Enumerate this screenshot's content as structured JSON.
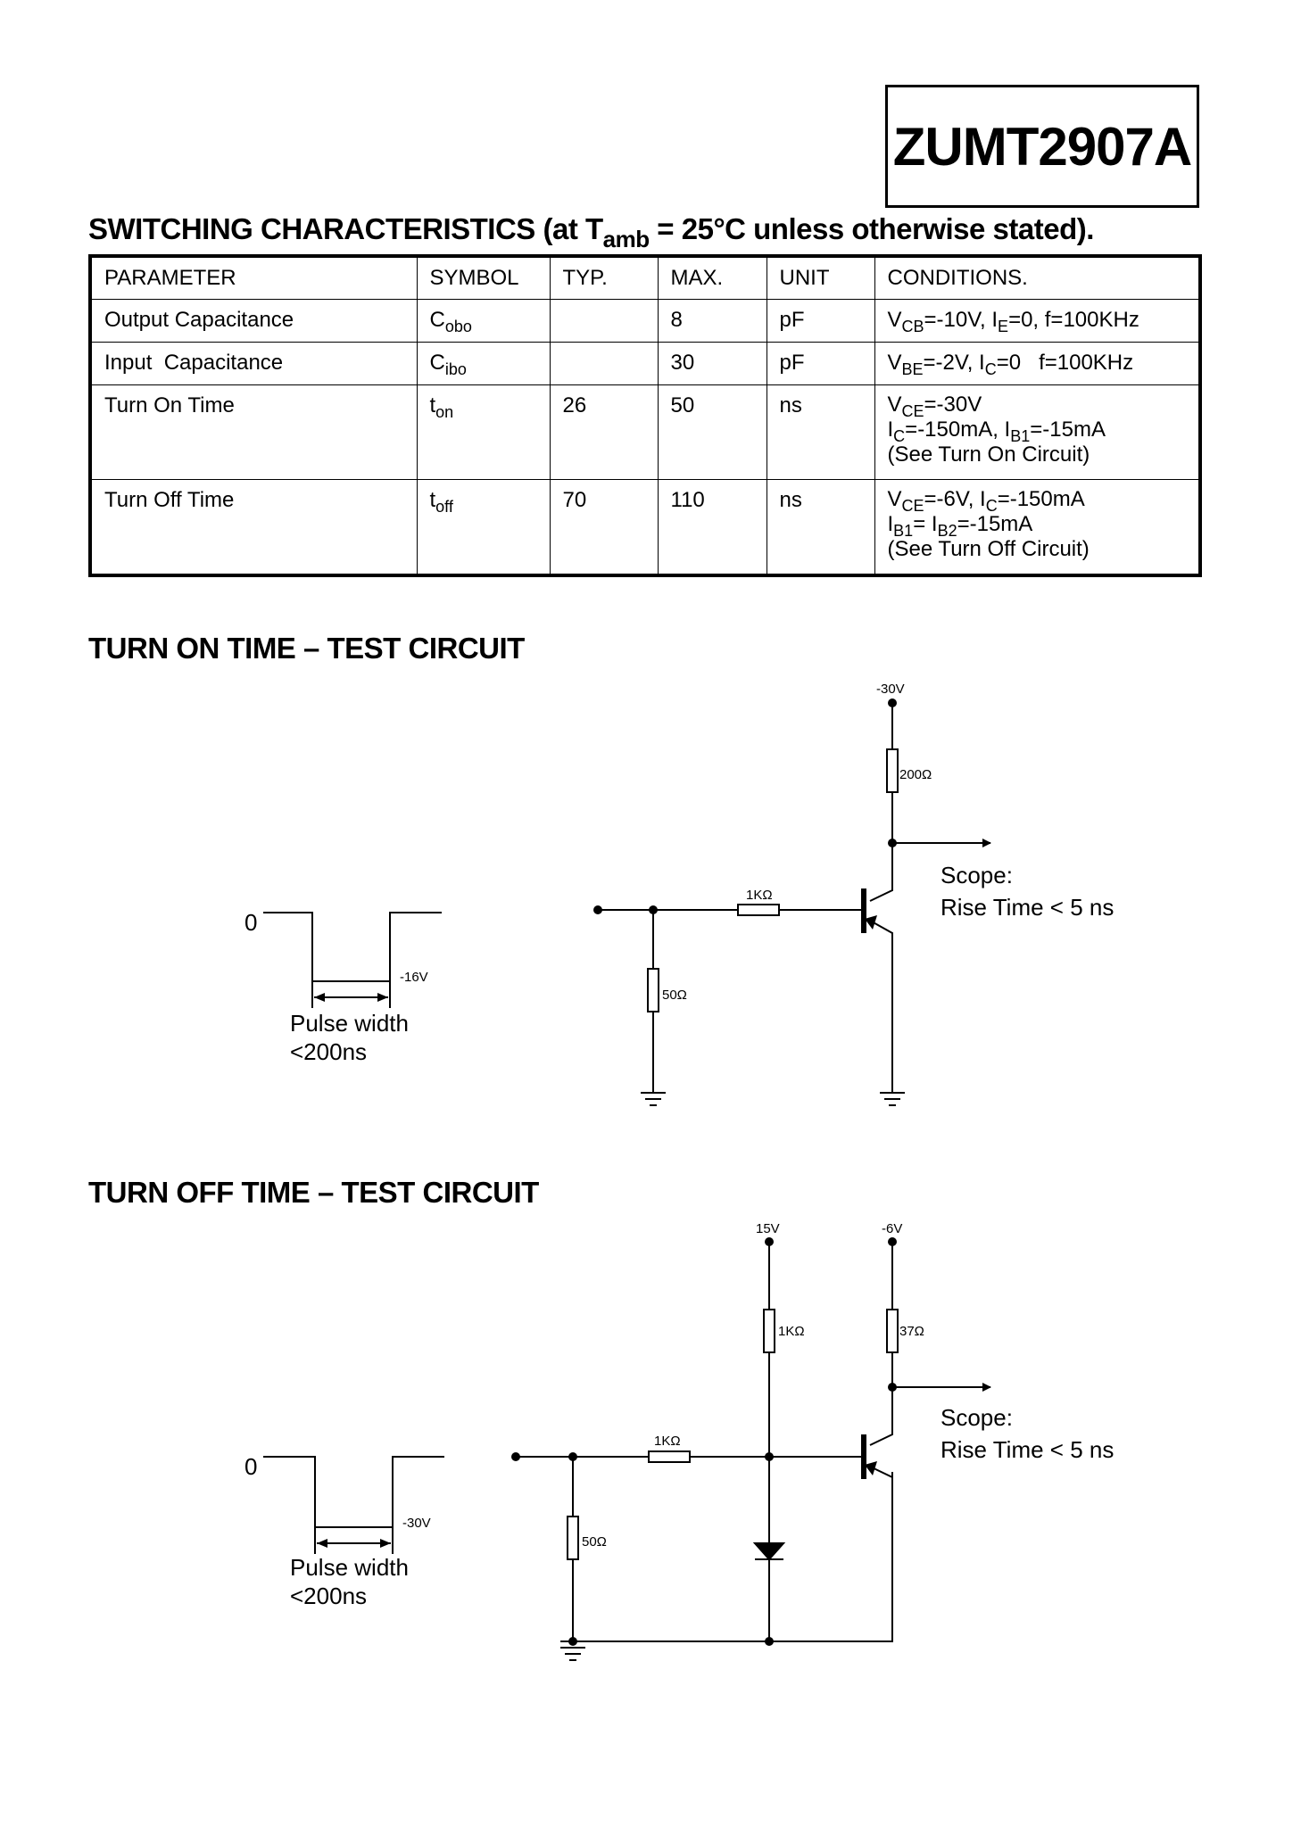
{
  "part_number": "ZUMT2907A",
  "section_title": {
    "prefix": "SWITCHING CHARACTERISTICS (at T",
    "sub": "amb",
    "suffix": " = 25°C unless otherwise stated)."
  },
  "table": {
    "headers": [
      "PARAMETER",
      "SYMBOL",
      "TYP.",
      "MAX.",
      "UNIT",
      "CONDITIONS."
    ],
    "rows": [
      {
        "parameter": "Output Capacitance",
        "symbol": "C",
        "symbol_sub": "obo",
        "typ": "",
        "max": "8",
        "unit": "pF"
      },
      {
        "parameter": "Input  Capacitance",
        "symbol": "C",
        "symbol_sub": "ibo",
        "typ": "",
        "max": "30",
        "unit": "pF"
      },
      {
        "parameter": "Turn On Time",
        "symbol": "t",
        "symbol_sub": "on",
        "typ": "26",
        "max": "50",
        "unit": "ns"
      },
      {
        "parameter": "Turn Off Time",
        "symbol": "t",
        "symbol_sub": "off",
        "typ": "70",
        "max": "110",
        "unit": "ns"
      }
    ],
    "conditions": {
      "r0": {
        "a": "V",
        "a_sub": "CB",
        "b": "=-10V, I",
        "b_sub": "E",
        "c": "=0, f=100KHz"
      },
      "r1": {
        "a": "V",
        "a_sub": "BE",
        "b": "=-2V, I",
        "b_sub": "C",
        "c": "=0   f=100KHz"
      },
      "r2": {
        "l1a": "V",
        "l1a_sub": "CE",
        "l1b": "=-30V",
        "l2a": "I",
        "l2a_sub": "C",
        "l2b": "=-150mA, I",
        "l2b_sub": "B1",
        "l2c": "=-15mA",
        "l3": "(See Turn On Circuit)"
      },
      "r3": {
        "l1a": "V",
        "l1a_sub": "CE",
        "l1b": "=-6V, I",
        "l1b_sub": "C",
        "l1c": "=-150mA",
        "l2a": "I",
        "l2a_sub": "B1",
        "l2b": "= I",
        "l2b_sub": "B2",
        "l2c": "=-15mA",
        "l3": "(See Turn Off Circuit)"
      }
    }
  },
  "turn_on": {
    "title": "TURN ON TIME – TEST CIRCUIT",
    "pulse_zero": "0",
    "pulse_level": "-16V",
    "pulse_label_1": "Pulse width",
    "pulse_label_2": "<200ns",
    "supply": "-30V",
    "r_collector": "200Ω",
    "r_base": "1KΩ",
    "r_shunt": "50Ω",
    "scope_1": "Scope:",
    "scope_2": "Rise Time < 5 ns"
  },
  "turn_off": {
    "title": "TURN OFF TIME – TEST CIRCUIT",
    "pulse_zero": "0",
    "pulse_level": "-30V",
    "pulse_label_1": "Pulse width",
    "pulse_label_2": "<200ns",
    "supply_base": "15V",
    "supply_collector": "-6V",
    "r_bias": "1KΩ",
    "r_collector": "37Ω",
    "r_base": "1KΩ",
    "r_shunt": "50Ω",
    "scope_1": "Scope:",
    "scope_2": "Rise Time < 5 ns"
  }
}
